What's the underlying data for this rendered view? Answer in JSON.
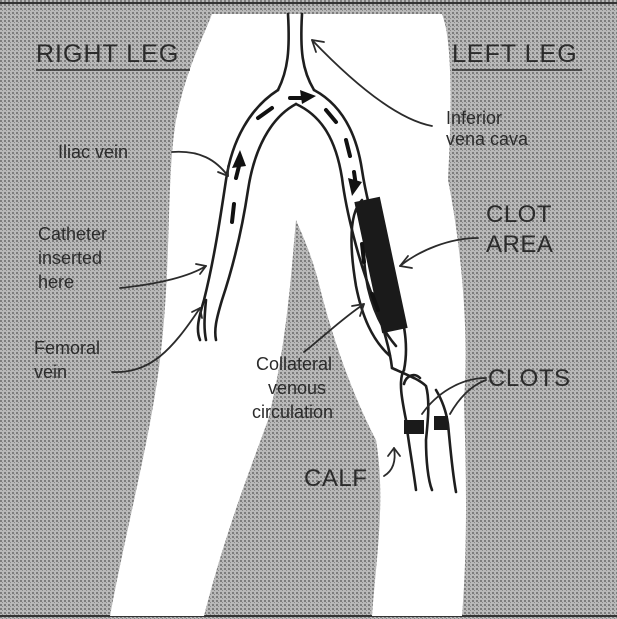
{
  "headers": {
    "right_leg": "RIGHT LEG",
    "left_leg": "LEFT LEG"
  },
  "labels": {
    "inferior_line1": "Inferior",
    "inferior_line2": "vena cava",
    "iliac": "Iliac vein",
    "catheter_line1": "Catheter",
    "catheter_line2": "inserted",
    "catheter_line3": "here",
    "femoral_line1": "Femoral",
    "femoral_line2": "vein",
    "collateral_line1": "Collateral",
    "collateral_line2": "venous",
    "collateral_line3": "circulation",
    "clot_area_line1": "CLOT",
    "clot_area_line2": "AREA",
    "clots": "CLOTS",
    "calf": "CALF"
  },
  "colors": {
    "background_shading": "#9a9a9a",
    "legs": "#ffffff",
    "clot": "#1a1a1a",
    "ink": "#2b2b2b"
  }
}
